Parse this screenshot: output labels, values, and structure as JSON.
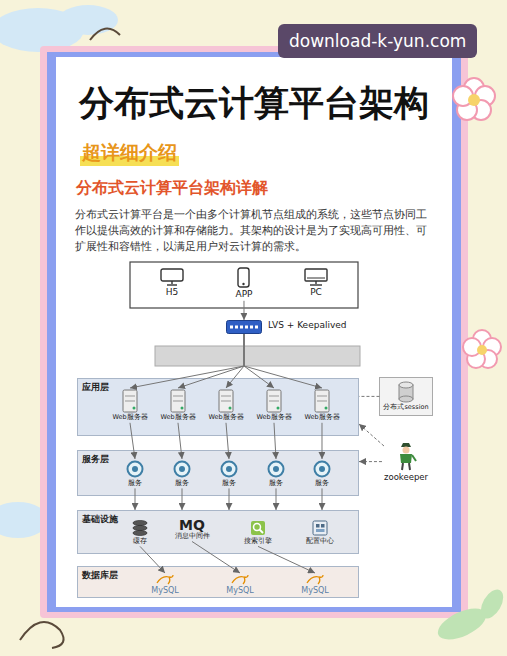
{
  "diagram": {
    "title": "分布式云计算平台架构",
    "nodes": [
      {
        "text": [
          "H5"
        ]
      },
      {
        "text": [
          "APP"
        ]
      },
      {
        "text": [
          "PC"
        ]
      },
      {
        "text": [
          "LVS + Keepalived"
        ]
      },
      {
        "text": [
          "应用层"
        ]
      },
      {
        "text": [
          "Web服务器"
        ],
        "in": 4
      },
      {
        "text": [
          "Web服务器"
        ],
        "in": 4
      },
      {
        "text": [
          "Web服务器"
        ],
        "in": 4
      },
      {
        "text": [
          "Web服务器"
        ],
        "in": 4
      },
      {
        "text": [
          "Web服务器"
        ],
        "in": 4
      },
      {
        "text": [
          "分布式session"
        ]
      },
      {
        "text": [
          "服务层"
        ]
      },
      {
        "text": [
          "服务"
        ],
        "in": 11
      },
      {
        "text": [
          "服务"
        ],
        "in": 11
      },
      {
        "text": [
          "服务"
        ],
        "in": 11
      },
      {
        "text": [
          "服务"
        ],
        "in": 11
      },
      {
        "text": [
          "服务"
        ],
        "in": 11
      },
      {
        "text": [
          "zookeeper"
        ]
      },
      {
        "text": [
          "基础设施"
        ]
      },
      {
        "text": [
          "缓存"
        ],
        "in": 18
      },
      {
        "text": [
          "MQ",
          "消息中间件"
        ],
        "in": 18
      },
      {
        "text": [
          "搜索引擎"
        ],
        "in": 18
      },
      {
        "text": [
          "配置中心"
        ],
        "in": 18
      },
      {
        "text": [
          "数据库层"
        ]
      },
      {
        "text": [
          "MySQL"
        ],
        "in": 23
      },
      {
        "text": [
          "MySQL"
        ],
        "in": 23
      },
      {
        "text": [
          "MySQL"
        ],
        "in": 23
      }
    ],
    "edges": [
      {
        "from": 1,
        "to": 3,
        "arrow": "to"
      },
      {
        "from": 3,
        "to": 5,
        "arrow": "to"
      },
      {
        "from": 3,
        "to": 6,
        "arrow": "to"
      },
      {
        "from": 3,
        "to": 7,
        "arrow": "to"
      },
      {
        "from": 3,
        "to": 8,
        "arrow": "to"
      },
      {
        "from": 3,
        "to": 9,
        "arrow": "to"
      },
      {
        "from": 5,
        "to": 12,
        "arrow": "to"
      },
      {
        "from": 6,
        "to": 13,
        "arrow": "to"
      },
      {
        "from": 7,
        "to": 14,
        "arrow": "to"
      },
      {
        "from": 8,
        "to": 15,
        "arrow": "to"
      },
      {
        "from": 9,
        "to": 16,
        "arrow": "to"
      },
      {
        "from": 10,
        "to": 4,
        "arrow": "none"
      },
      {
        "from": 17,
        "to": 11,
        "arrow": "to"
      },
      {
        "from": 17,
        "to": 4,
        "arrow": "to"
      },
      {
        "from": 12,
        "to": 18,
        "arrow": "to"
      },
      {
        "from": 13,
        "to": 18,
        "arrow": "to"
      },
      {
        "from": 14,
        "to": 18,
        "arrow": "to"
      },
      {
        "from": 15,
        "to": 18,
        "arrow": "to"
      },
      {
        "from": 16,
        "to": 18,
        "arrow": "to"
      },
      {
        "from": 19,
        "to": 24,
        "arrow": "to"
      },
      {
        "from": 20,
        "to": 25,
        "arrow": "to"
      },
      {
        "from": 21,
        "to": 26,
        "arrow": "to"
      }
    ],
    "labels": [
      "download-k-yun.com",
      "超详细介绍",
      "分布式云计算平台架构详解",
      "分布式云计算平台是一个由多个计算机节点组成的系统，这些节点协同工作以提供高效的计算和存储能力。其架构的设计是为了实现高可用性、可扩展性和容错性，以满足用户对云计算的需求。"
    ]
  }
}
